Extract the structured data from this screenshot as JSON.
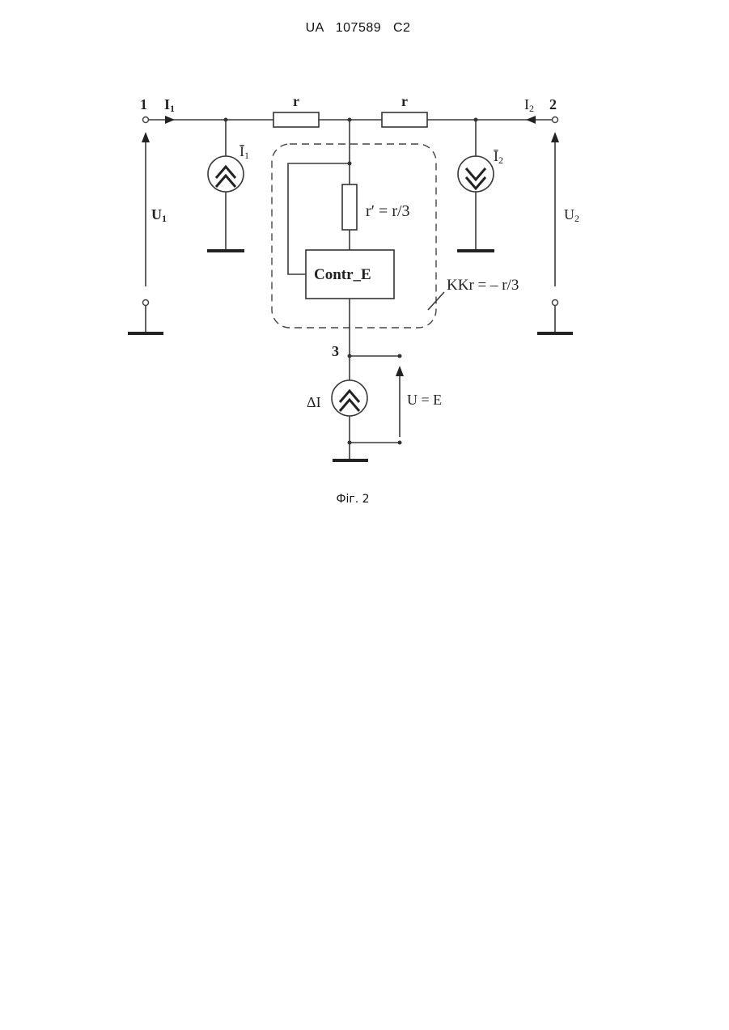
{
  "header": {
    "patent_number": "UA   107589   C2"
  },
  "caption": "Фіг. 2",
  "diagram": {
    "node_1": "1",
    "node_2": "2",
    "node_3": "3",
    "current_1": {
      "main": "I",
      "sub": "1"
    },
    "current_2": {
      "main": "I",
      "sub": "2"
    },
    "source_1": {
      "main": "Ī",
      "sub": "1"
    },
    "source_2": {
      "main": "Ī",
      "sub": "2"
    },
    "voltage_1": {
      "main": "U",
      "sub": "1"
    },
    "voltage_2": {
      "main": "U",
      "sub": "2"
    },
    "resistor_left": "r",
    "resistor_right": "r",
    "resistor_inner": "r′ = r/3",
    "controller": "Contr_E",
    "block_label": "KKr = – r/3",
    "delta_source": "ΔI",
    "voltage_3": "U = E"
  }
}
